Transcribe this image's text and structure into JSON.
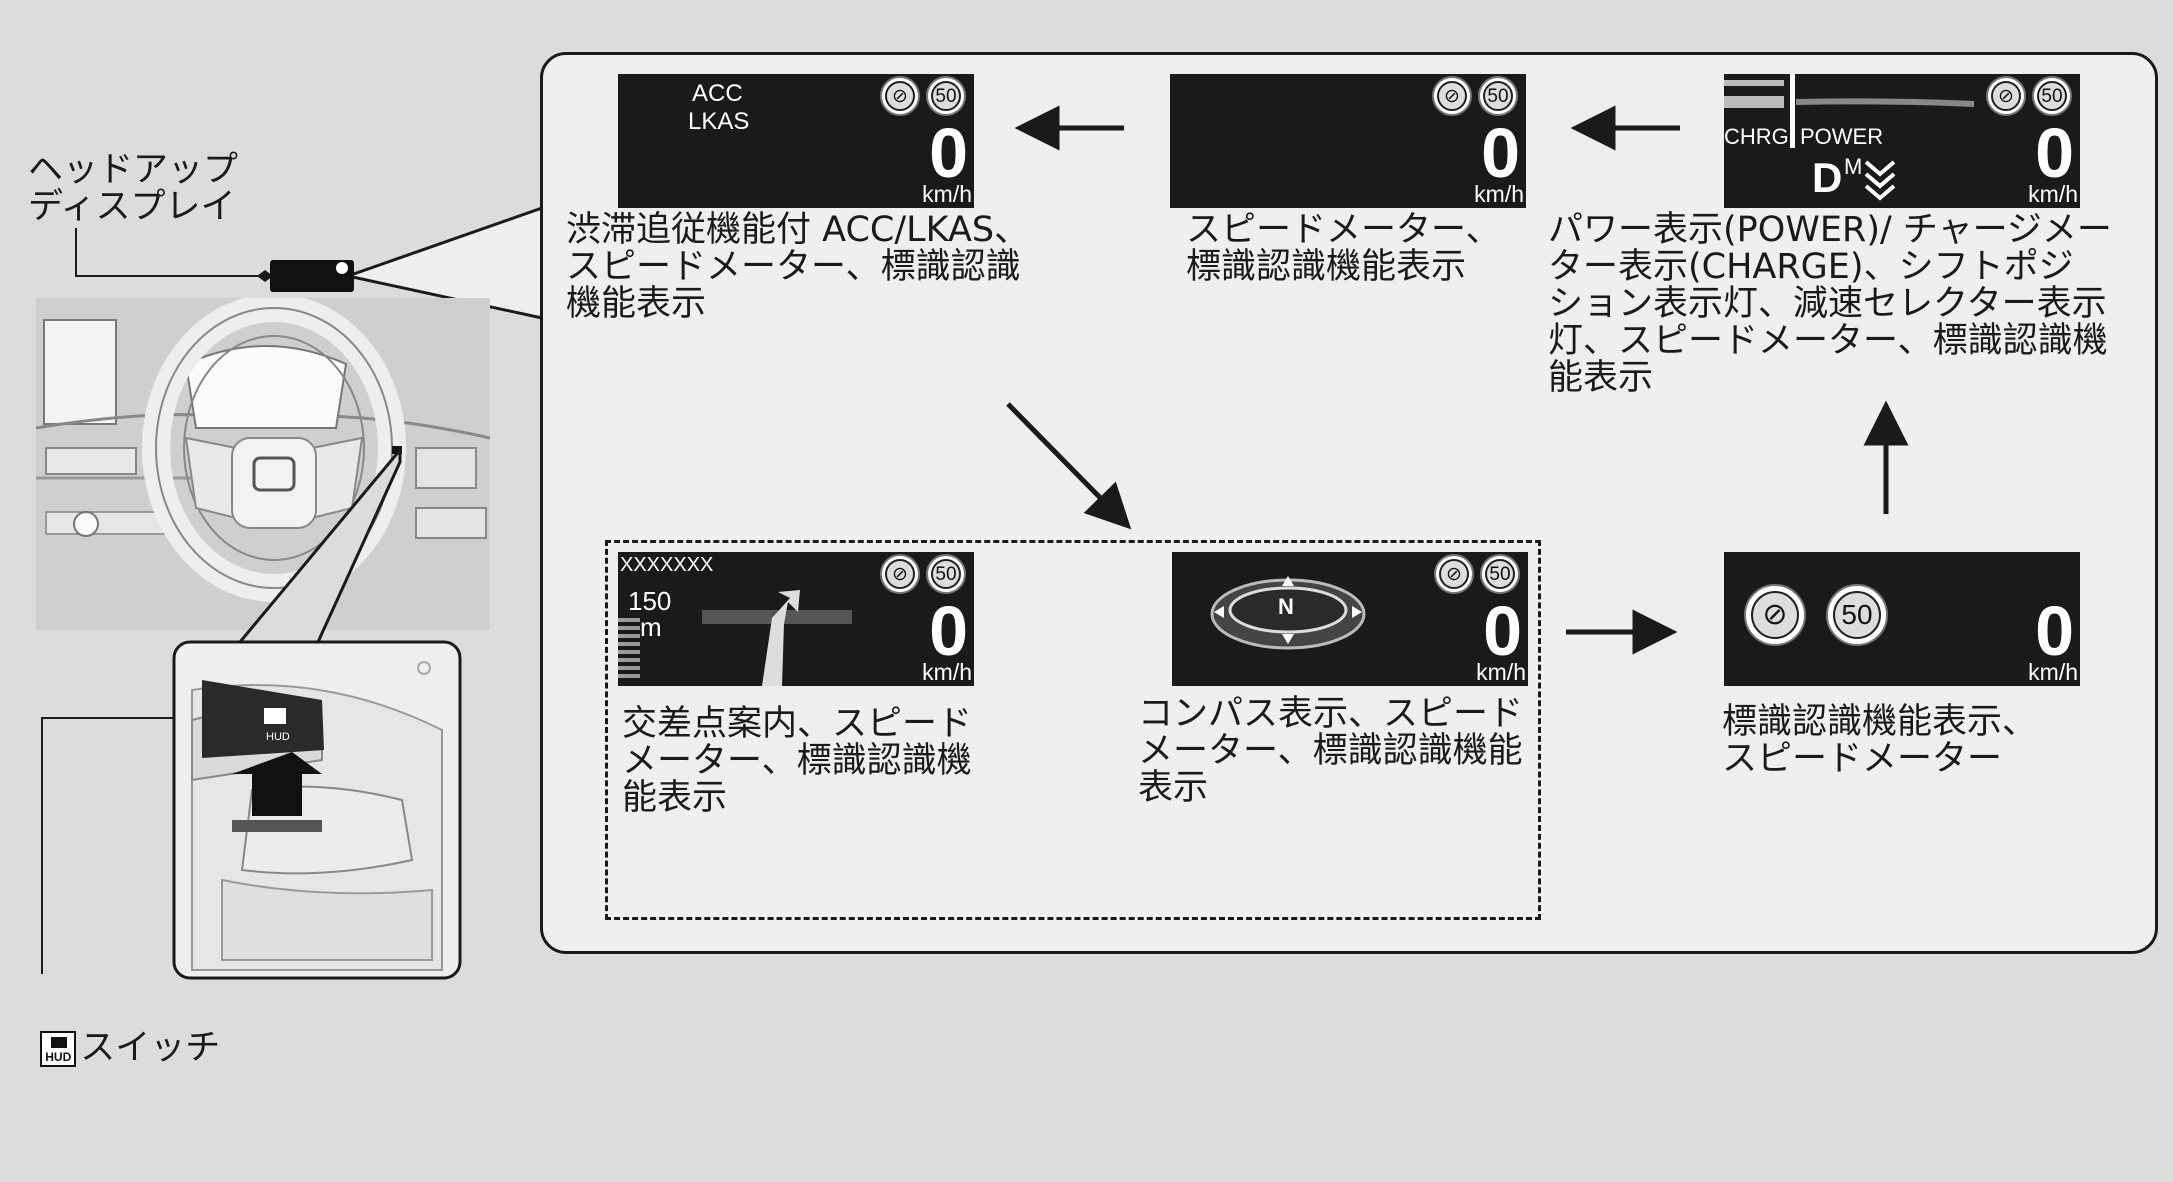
{
  "callout_hud_label": "ヘッドアップ\nディスプレイ",
  "switch_label": "スイッチ",
  "hud_icon_text": "HUD",
  "speed_value": "0",
  "speed_unit": "km/h",
  "sign_limit": "50",
  "screens": {
    "acc": {
      "line1": "ACC",
      "line2": "LKAS"
    },
    "power": {
      "chrg": "CHRG",
      "power": "POWER",
      "gear": "D",
      "mode": "M"
    },
    "nav": {
      "street": "XXXXXXX",
      "distance": "150",
      "distance_unit": "m"
    },
    "compass": {
      "heading": "N"
    }
  },
  "captions": {
    "acc": "渋滞追従機能付 ACC/LKAS、\nスピードメーター、標識認識\n機能表示",
    "speedometer": "スピードメーター、\n標識認識機能表示",
    "power": "パワー表示(POWER)/ チャージメー\nター表示(CHARGE)、シフトポジ\nション表示灯、減速セレクター表示\n灯、スピードメーター、標識認識機\n能表示",
    "nav": "交差点案内、スピード\nメーター、標識認識機\n能表示",
    "compass": "コンパス表示、スピード\nメーター、標識認識機能\n表示",
    "signs": "標識認識機能表示、\nスピードメーター"
  }
}
